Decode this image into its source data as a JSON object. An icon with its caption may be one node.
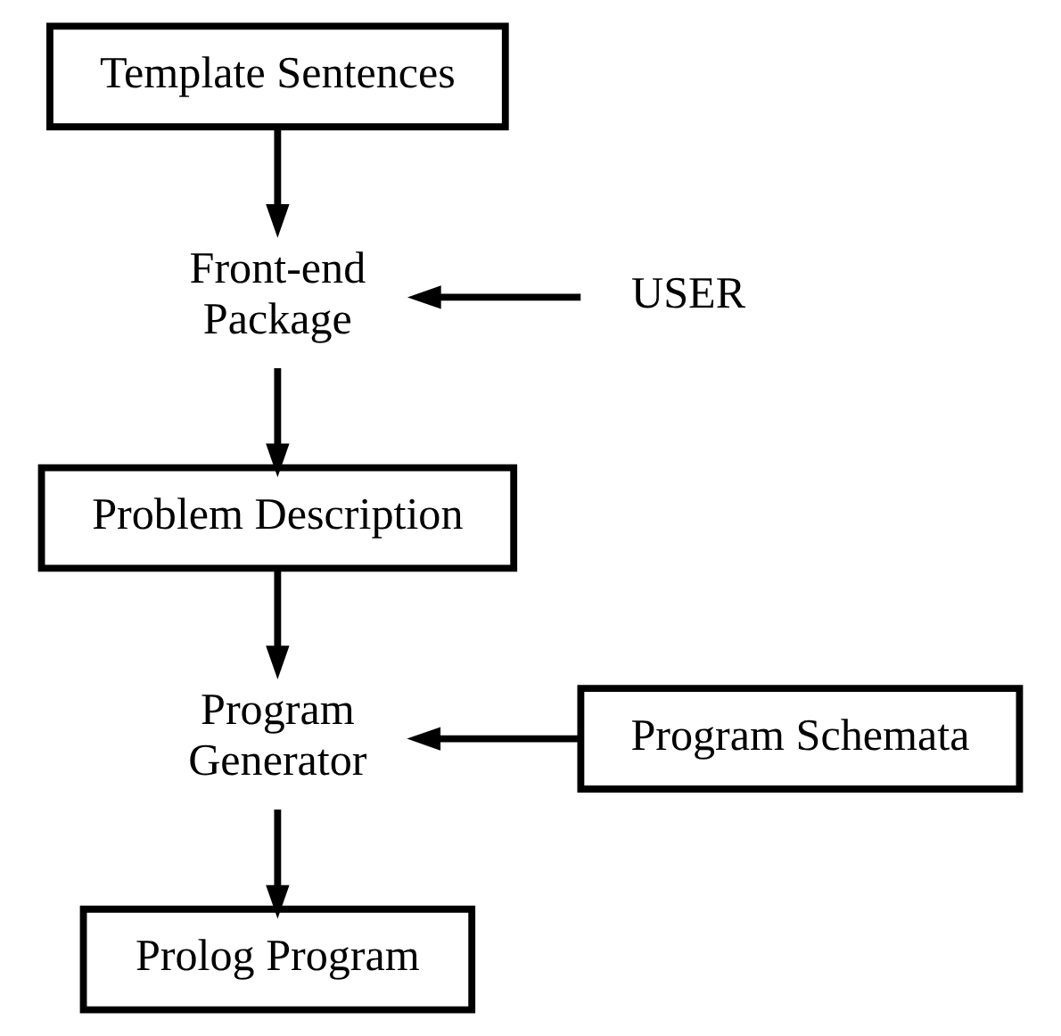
{
  "diagram": {
    "nodes": [
      {
        "text": [
          "Template Sentences"
        ]
      },
      {
        "text": [
          "Front-end Package"
        ]
      },
      {
        "text": [
          "USER"
        ]
      },
      {
        "text": [
          "Problem Description"
        ]
      },
      {
        "text": [
          "Program Generator"
        ]
      },
      {
        "text": [
          "Program Schemata"
        ]
      },
      {
        "text": [
          "Prolog Program"
        ]
      }
    ],
    "edges": [
      {
        "from": 0,
        "to": 1,
        "arrow": "to"
      },
      {
        "from": 2,
        "to": 1,
        "arrow": "to"
      },
      {
        "from": 1,
        "to": 3,
        "arrow": "to"
      },
      {
        "from": 3,
        "to": 4,
        "arrow": "to"
      },
      {
        "from": 5,
        "to": 4,
        "arrow": "to"
      },
      {
        "from": 4,
        "to": 6,
        "arrow": "to"
      }
    ]
  }
}
